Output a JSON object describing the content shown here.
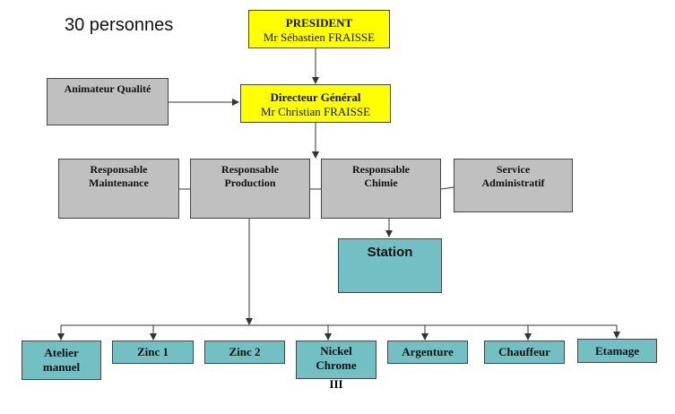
{
  "header": {
    "count_label": "30 personnes"
  },
  "president": {
    "title": "PRESIDENT",
    "name": "Mr Sébastien FRAISSE"
  },
  "directeur": {
    "title": "Directeur Général",
    "name": "Mr Christian FRAISSE"
  },
  "animateur": {
    "label": "Animateur Qualité"
  },
  "responsables": [
    {
      "line1": "Responsable",
      "line2": "Maintenance"
    },
    {
      "line1": "Responsable",
      "line2": "Production"
    },
    {
      "line1": "Responsable",
      "line2": "Chimie"
    },
    {
      "line1": "Service",
      "line2": "Administratif"
    }
  ],
  "station": {
    "label": "Station"
  },
  "ateliers": [
    {
      "line1": "Atelier",
      "line2": "manuel"
    },
    {
      "line1": "Zinc 1",
      "line2": ""
    },
    {
      "line1": "Zinc 2",
      "line2": ""
    },
    {
      "line1": "Nickel",
      "line2": "Chrome",
      "line3": "III"
    },
    {
      "line1": "Argenture",
      "line2": ""
    },
    {
      "line1": "Chauffeur",
      "line2": ""
    },
    {
      "line1": "Etamage",
      "line2": ""
    }
  ],
  "colors": {
    "executive": "#ffff00",
    "management": "#c0c0c0",
    "operations": "#72c0c4"
  }
}
